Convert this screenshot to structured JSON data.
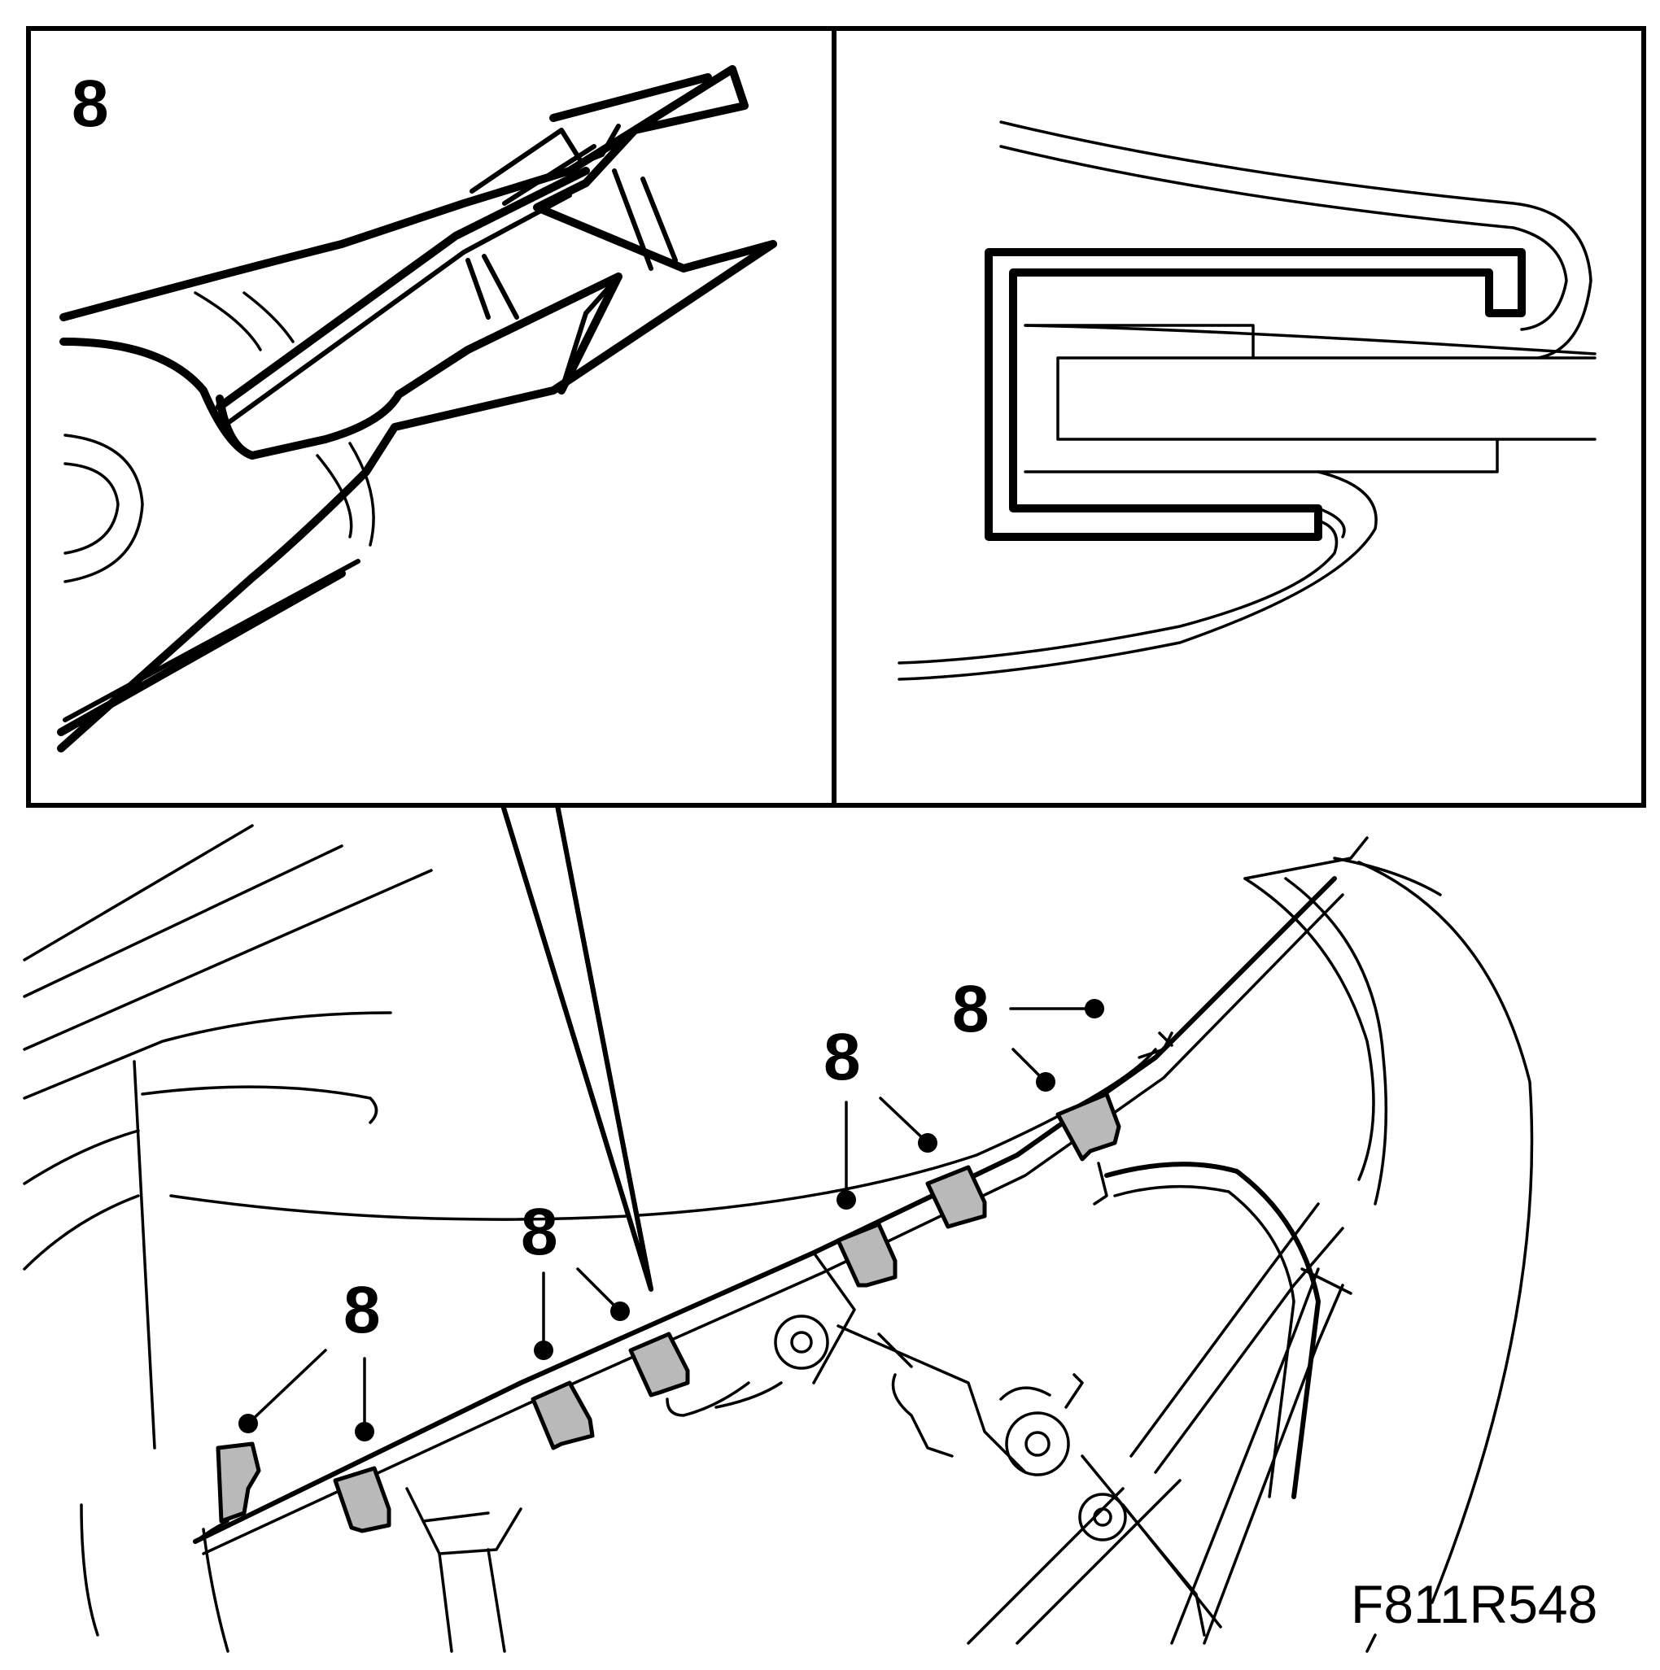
{
  "figure_id": "F811R548",
  "inset_left": {
    "callout": "8"
  },
  "callouts": [
    {
      "id": "clip-1",
      "label": "8"
    },
    {
      "id": "clip-2",
      "label": "8"
    },
    {
      "id": "clip-3",
      "label": "8"
    },
    {
      "id": "clip-4",
      "label": "8"
    },
    {
      "id": "clip-5",
      "label": "8"
    },
    {
      "id": "clip-6",
      "label": "8"
    }
  ],
  "colors": {
    "line": "#000000",
    "clip_fill": "#b9b9b9",
    "background": "#ffffff"
  }
}
